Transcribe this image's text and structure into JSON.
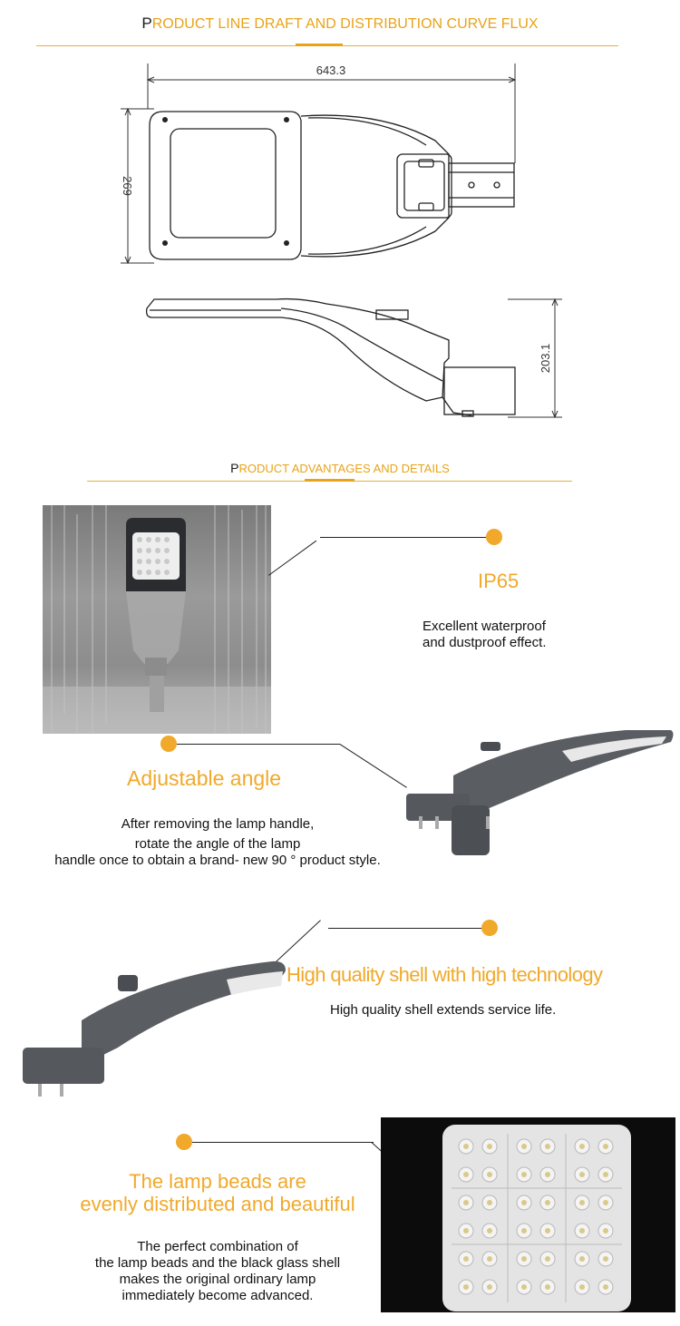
{
  "section1": {
    "title_first": "P",
    "title_rest": "RODUCT LINE DRAFT AND DISTRIBUTION CURVE FLUX"
  },
  "drawing": {
    "width_dim": "643.3",
    "height_dim": "269",
    "side_dim": "203.1"
  },
  "section2": {
    "title_first": "P",
    "title_rest": "RODUCT ADVANTAGES AND DETAILS"
  },
  "features": [
    {
      "title": "IP65",
      "lines": [
        "Excellent waterproof",
        "and dustproof effect."
      ]
    },
    {
      "title": "Adjustable angle",
      "lines": [
        "After removing the lamp handle,",
        "rotate the angle of the lamp",
        "handle once to obtain a brand- new 90 ° product style."
      ]
    },
    {
      "title": "High quality shell with high technology",
      "lines": [
        "High quality shell extends service life."
      ]
    },
    {
      "title_lines": [
        "The lamp beads are",
        "evenly distributed and beautiful"
      ],
      "lines": [
        "The perfect combination of",
        "the lamp beads and the black glass shell",
        "makes the original ordinary lamp",
        "immediately become advanced."
      ]
    }
  ],
  "colors": {
    "accent": "#f0a92b",
    "rule": "#e8b13a",
    "shell": "#5a5d62"
  }
}
